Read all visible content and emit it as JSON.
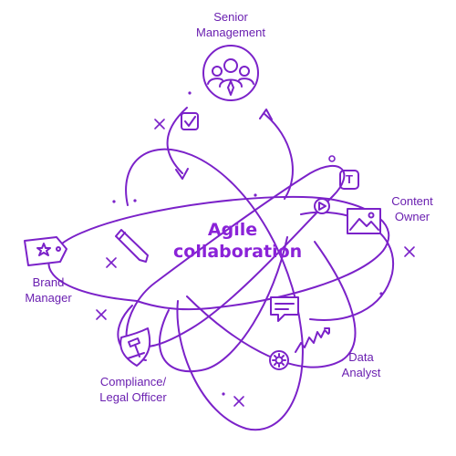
{
  "title": {
    "line1": "Agile",
    "line2": "collaboration"
  },
  "roles": {
    "senior": {
      "line1": "Senior",
      "line2": "Management"
    },
    "content": {
      "line1": "Content",
      "line2": "Owner"
    },
    "brand": {
      "line1": "Brand",
      "line2": "Manager"
    },
    "compliance": {
      "line1": "Compliance/",
      "line2": "Legal Officer"
    },
    "data": {
      "line1": "Data",
      "line2": "Analyst"
    }
  },
  "icons": {
    "text_badge": "T"
  },
  "colors": {
    "stroke": "#7b22c9",
    "title": "#8a22d8",
    "label": "#6a1fb0",
    "background": "#ffffff"
  }
}
